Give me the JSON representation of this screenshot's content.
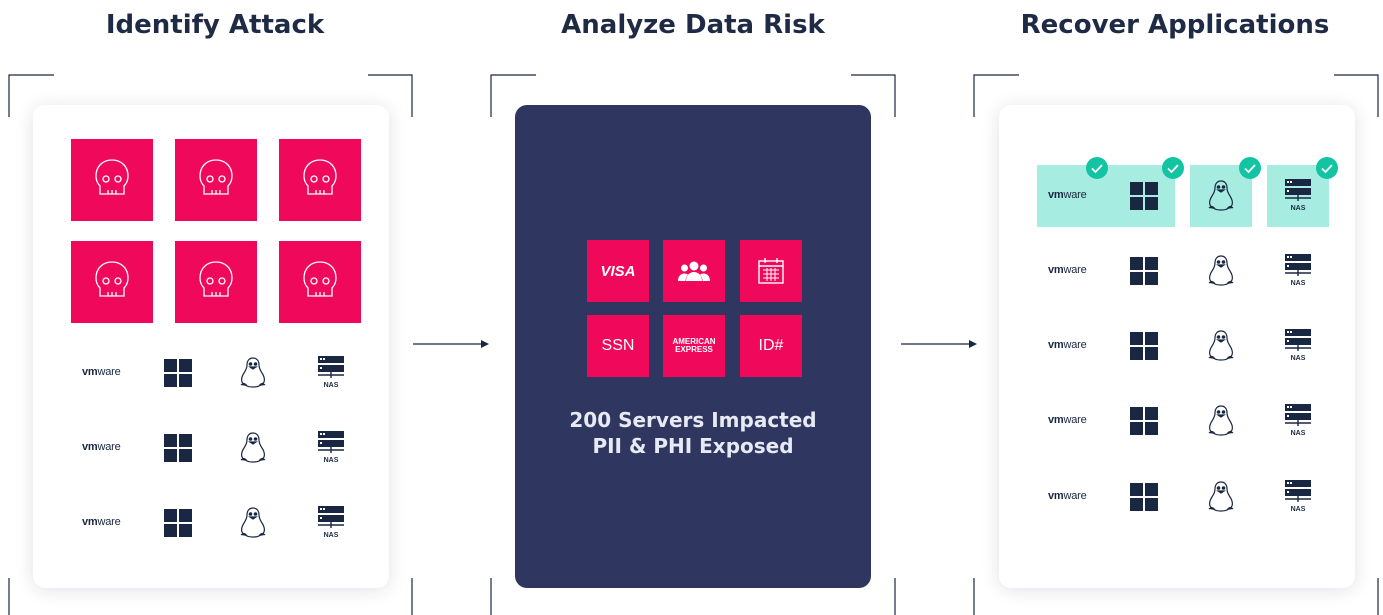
{
  "stages": [
    {
      "title": "Identify Attack"
    },
    {
      "title": "Analyze Data Risk"
    },
    {
      "title": "Recover Applications"
    }
  ],
  "identify": {
    "threat_icon": "skull-icon",
    "threat_count": 6,
    "rows": 3
  },
  "analyze": {
    "data_types": [
      {
        "label": "VISA",
        "icon": "visa-card-icon"
      },
      {
        "label": "",
        "icon": "people-icon"
      },
      {
        "label": "",
        "icon": "calendar-icon"
      },
      {
        "label": "SSN",
        "icon": "ssn-icon"
      },
      {
        "label": "AMERICAN EXPRESS",
        "icon": "amex-card-icon"
      },
      {
        "label": "ID#",
        "icon": "id-icon"
      }
    ],
    "impact_line1": "200 Servers Impacted",
    "impact_line2": "PII & PHI Exposed"
  },
  "recover": {
    "recovered_rows": 1,
    "rows": 5
  },
  "platform_labels": {
    "vmware_vm": "vm",
    "vmware_ware": "ware",
    "nas": "NAS"
  },
  "colors": {
    "threat": "#f0085a",
    "dark_panel": "#2f3761",
    "recovered": "#a6ece0",
    "check": "#13c4a3",
    "text": "#1f2a44"
  }
}
